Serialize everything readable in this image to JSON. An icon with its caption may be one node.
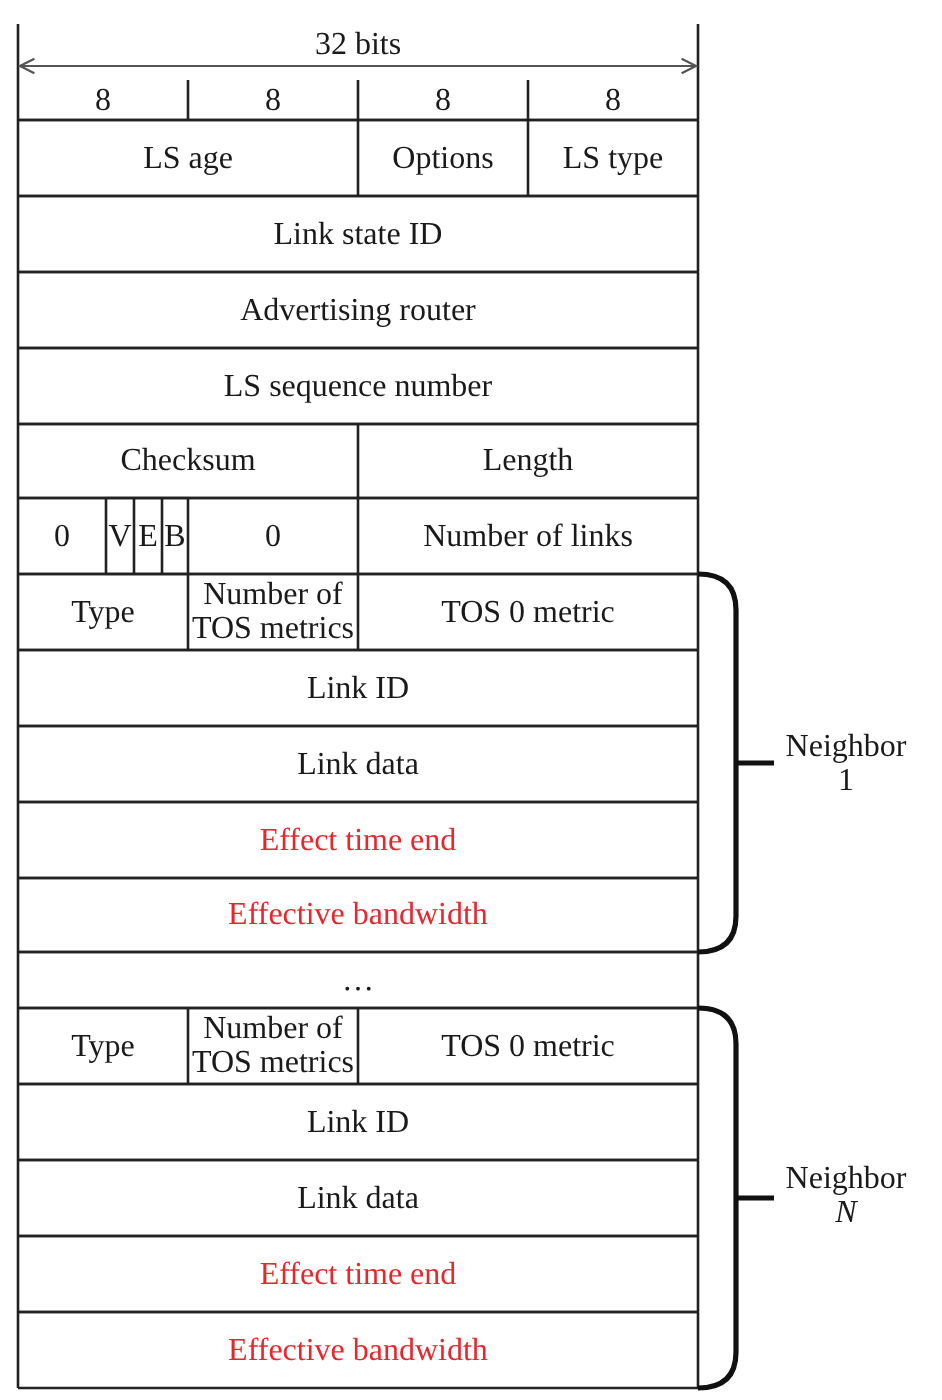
{
  "diagram": {
    "labels": [
      "32 bits",
      "8",
      "8",
      "8",
      "8",
      "LS age",
      "Options",
      "LS type",
      "Link state ID",
      "Advertising router",
      "LS sequence number",
      "Checksum",
      "Length",
      "0",
      "V",
      "E",
      "B",
      "0",
      "Number of links",
      "Type",
      "Number of TOS metrics",
      "TOS 0 metric",
      "Link ID",
      "Link data",
      "Neighbor 1",
      "Effect time end",
      "Effective bandwidth",
      "…",
      "Type",
      "Number of TOS metrics",
      "TOS 0 metric",
      "Link ID",
      "Link data",
      "Neighbor *N*",
      "Effect time end",
      "Effective bandwidth"
    ]
  }
}
